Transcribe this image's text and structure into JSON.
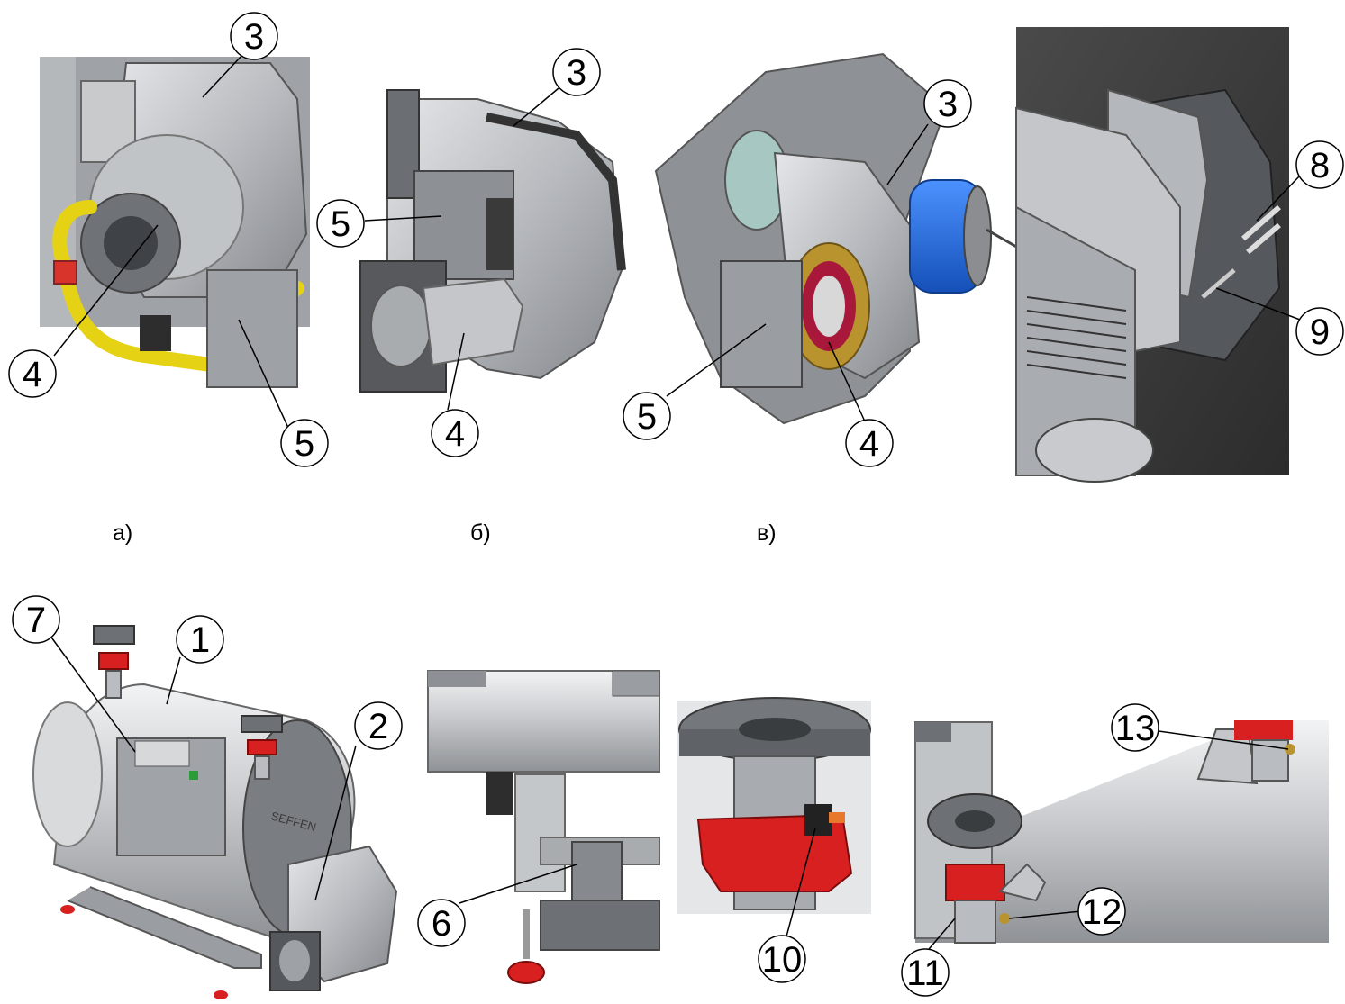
{
  "figure": {
    "captions": [
      "а)",
      "б)",
      "в)"
    ],
    "callouts": {
      "c1": "1",
      "c2": "2",
      "c3a": "3",
      "c3b": "3",
      "c3c": "3",
      "c4a": "4",
      "c4b": "4",
      "c4c": "4",
      "c5a": "5",
      "c5b": "5",
      "c5c": "5",
      "c6": "6",
      "c7": "7",
      "c8": "8",
      "c9": "9",
      "c10": "10",
      "c11": "11",
      "c12": "12",
      "c13": "13"
    },
    "brand_text": "SEFFEN",
    "colors": {
      "metal": "#b9bcc0",
      "metal_dark": "#7d8085",
      "wall_dark": "#3c3c3c",
      "gas_pipe": "#f0e01c",
      "motor_blue": "#1e6fe0",
      "flange_red": "#d82020",
      "gasket_gold": "#b8932e",
      "gasket_crimson": "#a8183a"
    }
  }
}
